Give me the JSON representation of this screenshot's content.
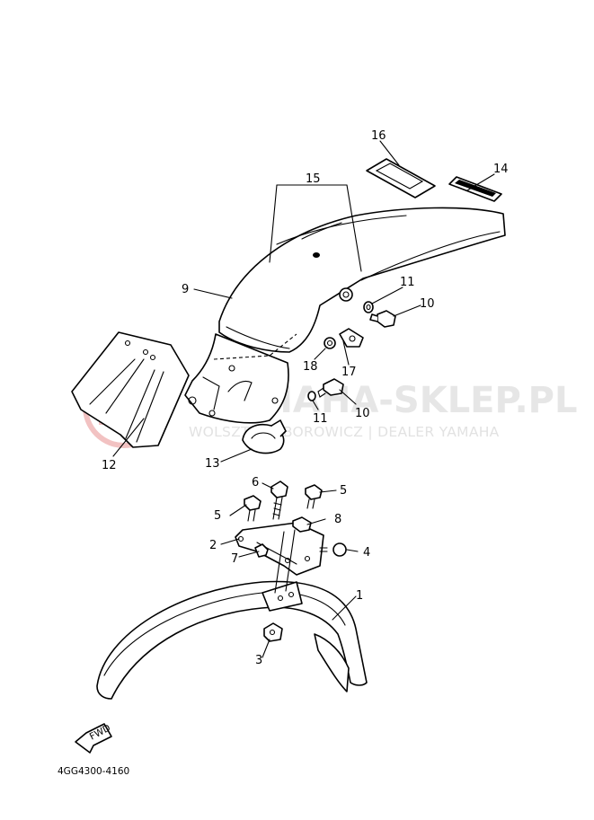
{
  "diagram": {
    "drawing_code": "4GG4300-4160",
    "fwd_label": "FWD",
    "callouts": {
      "c1": "1",
      "c2": "2",
      "c3": "3",
      "c4": "4",
      "c5a": "5",
      "c5b": "5",
      "c6": "6",
      "c7": "7",
      "c8": "8",
      "c9": "9",
      "c10a": "10",
      "c10b": "10",
      "c11a": "11",
      "c11b": "11",
      "c12": "12",
      "c13": "13",
      "c14": "14",
      "c15": "15",
      "c16": "16",
      "c17": "17",
      "c18": "18"
    },
    "watermark": {
      "title": "YAMAHA-SKLEP.PL",
      "subtitle": "WOLSZTYN I BOROWICZ | DEALER YAMAHA",
      "logo_color": "#f2c2c2"
    }
  }
}
